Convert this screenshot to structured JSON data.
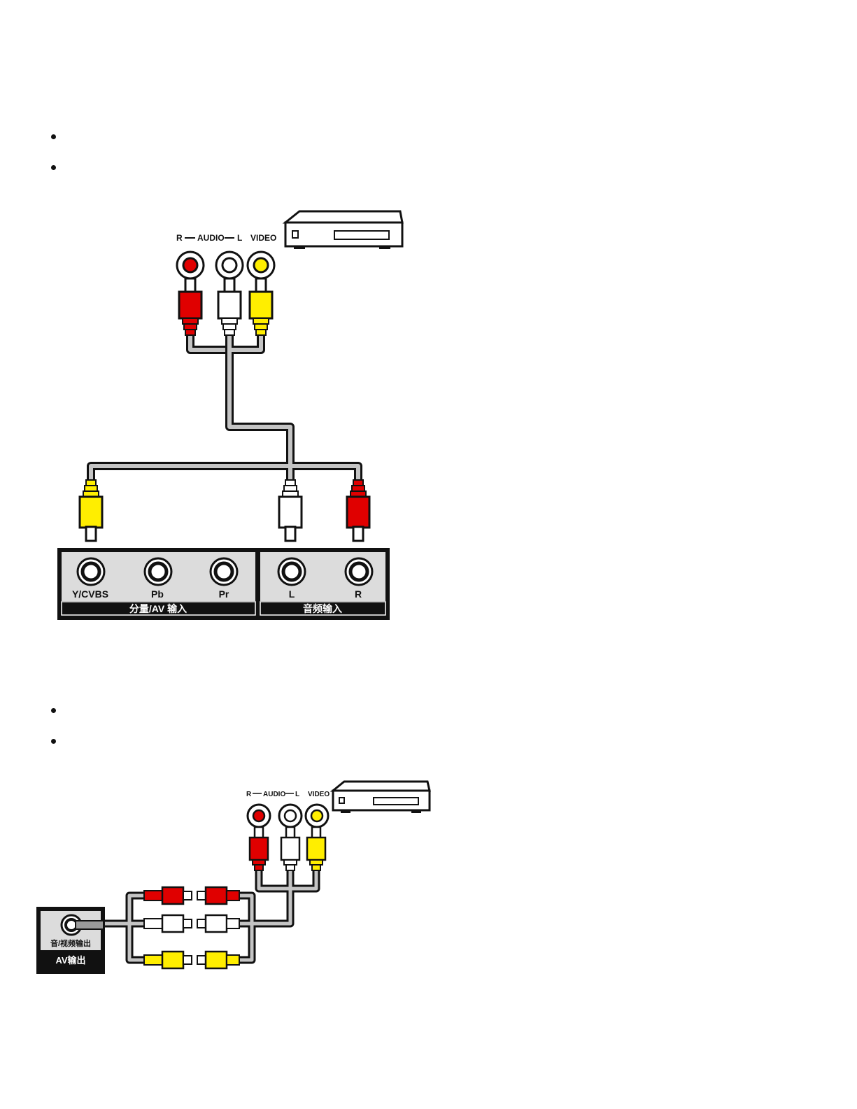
{
  "bullets": [
    {
      "group": "top",
      "text": ""
    },
    {
      "group": "top",
      "text": ""
    },
    {
      "group": "bottom",
      "text": ""
    },
    {
      "group": "bottom",
      "text": ""
    }
  ],
  "diagram1": {
    "source_jacks_label_R": "R",
    "source_jacks_label_audio": "AUDIO",
    "source_jacks_label_L": "L",
    "source_jacks_label_video": "VIDEO",
    "tv_jacks": [
      "Y/CVBS",
      "Pb",
      "Pr",
      "L",
      "R"
    ],
    "tv_group_component": "分量/AV 输入",
    "tv_group_audio": "音频输入"
  },
  "diagram2": {
    "source_jacks_label_R": "R",
    "source_jacks_label_audio": "AUDIO",
    "source_jacks_label_L": "L",
    "source_jacks_label_video": "VIDEO",
    "tv_port_label": "音/视频输出",
    "tv_port_title": "AV输出"
  },
  "colors": {
    "red_plug": "#e00000",
    "white_plug": "#ffffff",
    "yellow_plug": "#ffee00",
    "cable": "#b8b8b8",
    "panel": "#dcdcdc",
    "panel_bar": "#111111"
  }
}
